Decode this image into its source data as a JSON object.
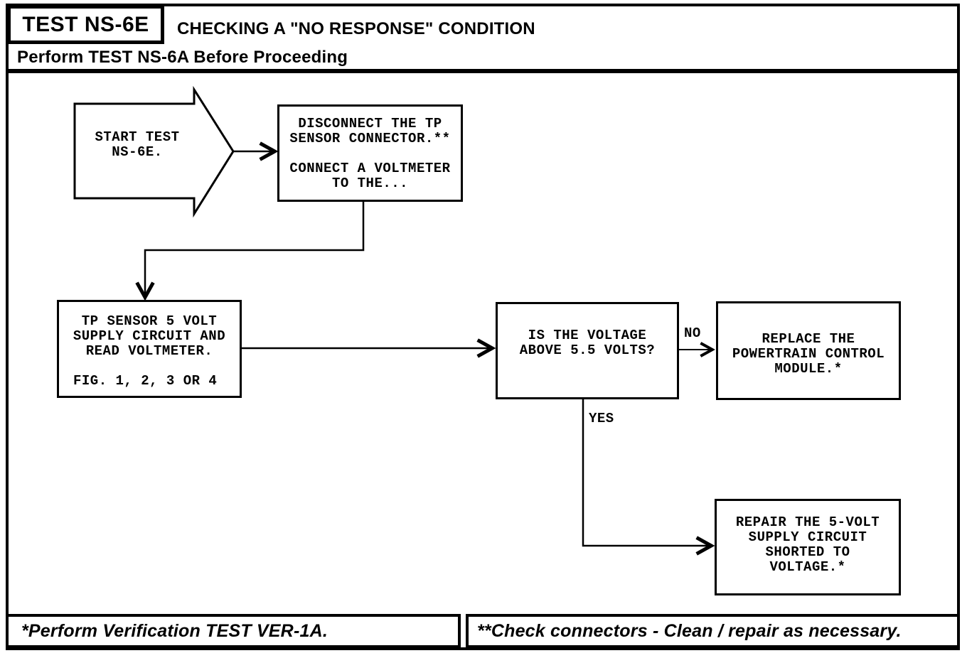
{
  "colors": {
    "ink": "#000000",
    "paper": "#ffffff"
  },
  "header": {
    "test_id": "TEST NS-6E",
    "title": "CHECKING A \"NO RESPONSE\" CONDITION",
    "subtitle": "Perform TEST NS-6A Before Proceeding"
  },
  "flowchart": {
    "start": {
      "lines": [
        "START TEST",
        "NS-6E."
      ]
    },
    "disconnect": {
      "lines": [
        "DISCONNECT THE TP",
        "SENSOR CONNECTOR.**",
        "",
        "CONNECT A VOLTMETER",
        "TO THE..."
      ]
    },
    "tp_sensor": {
      "lines": [
        "TP SENSOR 5 VOLT",
        "SUPPLY CIRCUIT AND",
        "READ VOLTMETER.",
        "",
        "FIG. 1, 2, 3 OR 4"
      ]
    },
    "voltage_question": {
      "lines": [
        "IS THE VOLTAGE",
        "ABOVE 5.5 VOLTS?"
      ]
    },
    "replace_pcm": {
      "lines": [
        "REPLACE THE",
        "POWERTRAIN CONTROL",
        "MODULE.*"
      ]
    },
    "repair_circuit": {
      "lines": [
        "REPAIR THE 5-VOLT",
        "SUPPLY CIRCUIT",
        "SHORTED TO",
        "VOLTAGE.*"
      ]
    },
    "edge_labels": {
      "no": "NO",
      "yes": "YES"
    }
  },
  "footer": {
    "left_note": "*Perform Verification TEST VER-1A.",
    "right_note": "**Check connectors - Clean / repair as necessary."
  }
}
